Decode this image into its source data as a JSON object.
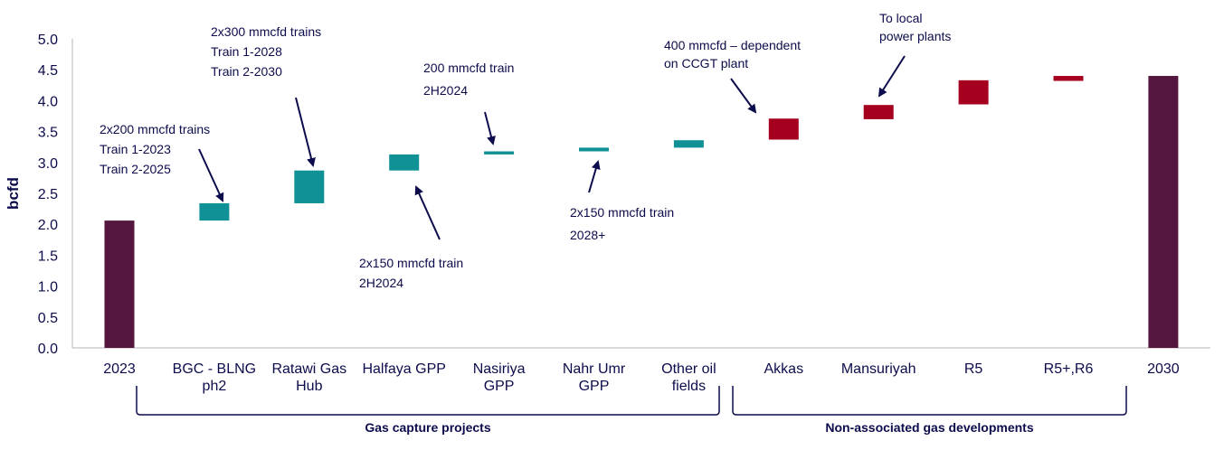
{
  "chart_data": {
    "type": "bar",
    "subtype": "waterfall",
    "title": "",
    "xlabel": "",
    "ylabel": "bcfd",
    "ylim": [
      0,
      5.0
    ],
    "yticks": [
      "0.0",
      "0.5",
      "1.0",
      "1.5",
      "2.0",
      "2.5",
      "3.0",
      "3.5",
      "4.0",
      "4.5",
      "5.0"
    ],
    "grid": false,
    "categories": [
      {
        "label": [
          "2023"
        ],
        "kind": "total",
        "start": 0,
        "end": 2.06
      },
      {
        "label": [
          "BGC - BLNG",
          "ph2"
        ],
        "kind": "gas-capture",
        "start": 2.06,
        "end": 2.34
      },
      {
        "label": [
          "Ratawi Gas",
          "Hub"
        ],
        "kind": "gas-capture",
        "start": 2.34,
        "end": 2.87
      },
      {
        "label": [
          "Halfaya GPP"
        ],
        "kind": "gas-capture",
        "start": 2.87,
        "end": 3.13
      },
      {
        "label": [
          "Nasiriya",
          "GPP"
        ],
        "kind": "gas-capture",
        "start": 3.13,
        "end": 3.18
      },
      {
        "label": [
          "Nahr Umr",
          "GPP"
        ],
        "kind": "gas-capture",
        "start": 3.18,
        "end": 3.24
      },
      {
        "label": [
          "Other oil",
          "fields"
        ],
        "kind": "gas-capture",
        "start": 3.24,
        "end": 3.36
      },
      {
        "label": [
          "Akkas"
        ],
        "kind": "non-associated",
        "start": 3.37,
        "end": 3.71
      },
      {
        "label": [
          "Mansuriyah"
        ],
        "kind": "non-associated",
        "start": 3.7,
        "end": 3.93
      },
      {
        "label": [
          "R5"
        ],
        "kind": "non-associated",
        "start": 3.94,
        "end": 4.33
      },
      {
        "label": [
          "R5+,R6"
        ],
        "kind": "non-associated",
        "start": 4.32,
        "end": 4.4
      },
      {
        "label": [
          "2030"
        ],
        "kind": "total",
        "start": 0,
        "end": 4.4
      }
    ],
    "colors": {
      "total": "#54163f",
      "gas-capture": "#0f9195",
      "non-associated": "#a6001f",
      "text": "#0c0c4c",
      "axis": "#b4b4b4"
    },
    "groups": [
      {
        "label": "Gas capture projects",
        "from": 1,
        "to": 6
      },
      {
        "label": "Non-associated gas developments",
        "from": 7,
        "to": 10
      }
    ],
    "annotations": [
      {
        "lines": [
          "2x200 mmcfd trains",
          "Train 1-2023",
          "Train 2-2025"
        ],
        "target": 1
      },
      {
        "lines": [
          "2x300 mmcfd trains",
          "Train 1-2028",
          "Train 2-2030"
        ],
        "target": 2
      },
      {
        "lines": [
          "2x150 mmcfd train",
          "2H2024"
        ],
        "target": 3
      },
      {
        "lines": [
          "200 mmcfd train",
          "2H2024"
        ],
        "target": 4
      },
      {
        "lines": [
          "2x150 mmcfd train",
          "2028+"
        ],
        "target": 5
      },
      {
        "lines": [
          "400 mmcfd – dependent",
          "on CCGT plant"
        ],
        "target": 7
      },
      {
        "lines": [
          "To local",
          "power plants"
        ],
        "target": 8
      }
    ]
  }
}
